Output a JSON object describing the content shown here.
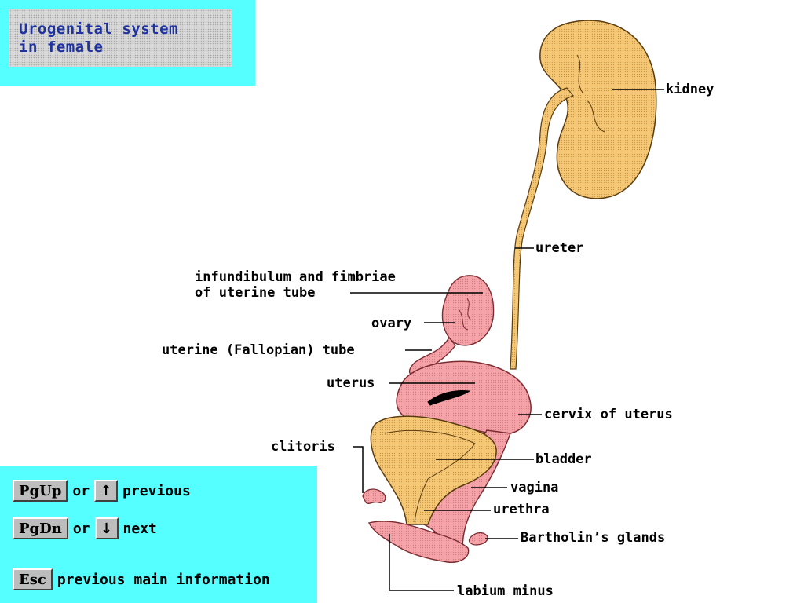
{
  "title": {
    "line1": "Urogenital system",
    "line2": "in female"
  },
  "labels": {
    "kidney": "kidney",
    "ureter": "ureter",
    "infundibulum_line1": "infundibulum and fimbriae",
    "infundibulum_line2": "of uterine tube",
    "ovary": "ovary",
    "uterine_tube": "uterine (Fallopian) tube",
    "uterus": "uterus",
    "cervix": "cervix of uterus",
    "clitoris": "clitoris",
    "bladder": "bladder",
    "vagina": "vagina",
    "urethra": "urethra",
    "bartholin": "Bartholin’s glands",
    "labium": "labium minus"
  },
  "nav": {
    "pgup_key": "PgUp",
    "up_arrow": "↑",
    "previous": "previous",
    "pgdn_key": "PgDn",
    "down_arrow": "↓",
    "next": "next",
    "esc_key": "Esc",
    "esc_text": "previous main information",
    "or": "or"
  },
  "colors": {
    "panel": "#55ffff",
    "title_text": "#1e32a0",
    "kidney_fill": "#f5c878",
    "uterus_fill": "#f4a3a8"
  }
}
